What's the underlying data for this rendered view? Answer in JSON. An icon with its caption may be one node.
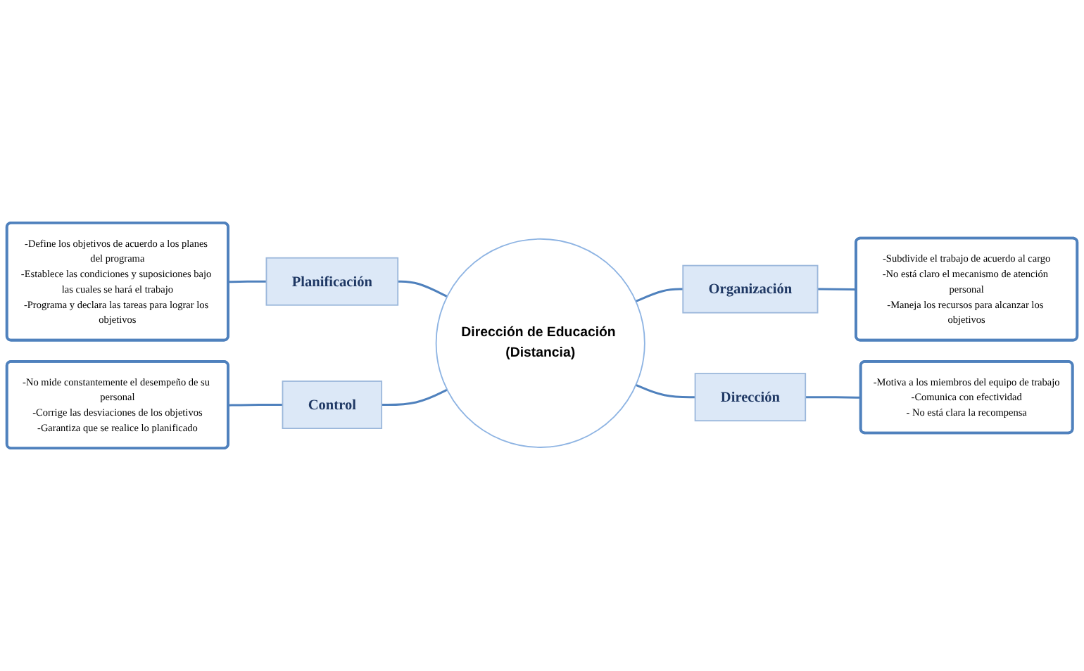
{
  "diagram": {
    "nodes": [
      {
        "text": [
          "Dirección de Educación (Distancia)"
        ]
      },
      {
        "text": [
          "Planificación"
        ]
      },
      {
        "text": [
          "Organización"
        ]
      },
      {
        "text": [
          "Dirección"
        ]
      },
      {
        "text": [
          "Control"
        ]
      },
      {
        "text": [
          "-Define los objetivos de acuerdo a los planes del programa",
          "-Establece las condiciones y suposiciones bajo las cuales se hará el trabajo",
          "-Programa y declara las tareas para lograr los objetivos"
        ]
      },
      {
        "text": [
          "-No mide constantemente el desempeño de su personal",
          "-Corrige las desviaciones de los objetivos",
          "-Garantiza que se realice lo planificado"
        ]
      },
      {
        "text": [
          "-Subdivide el trabajo de acuerdo al cargo",
          "-No está claro el mecanismo de atención personal",
          "-Maneja los recursos para alcanzar los objetivos"
        ]
      },
      {
        "text": [
          "-Motiva a los miembros del equipo de trabajo",
          "-Comunica con efectividad",
          "- No está clara la recompensa"
        ]
      }
    ],
    "edges": [
      {
        "from": 1,
        "to": 0,
        "arrow": "none"
      },
      {
        "from": 4,
        "to": 0,
        "arrow": "none"
      },
      {
        "from": 0,
        "to": 2,
        "arrow": "none"
      },
      {
        "from": 0,
        "to": 3,
        "arrow": "none"
      },
      {
        "from": 5,
        "to": 1,
        "arrow": "none"
      },
      {
        "from": 6,
        "to": 4,
        "arrow": "none"
      },
      {
        "from": 2,
        "to": 7,
        "arrow": "none"
      },
      {
        "from": 3,
        "to": 8,
        "arrow": "none"
      }
    ]
  }
}
